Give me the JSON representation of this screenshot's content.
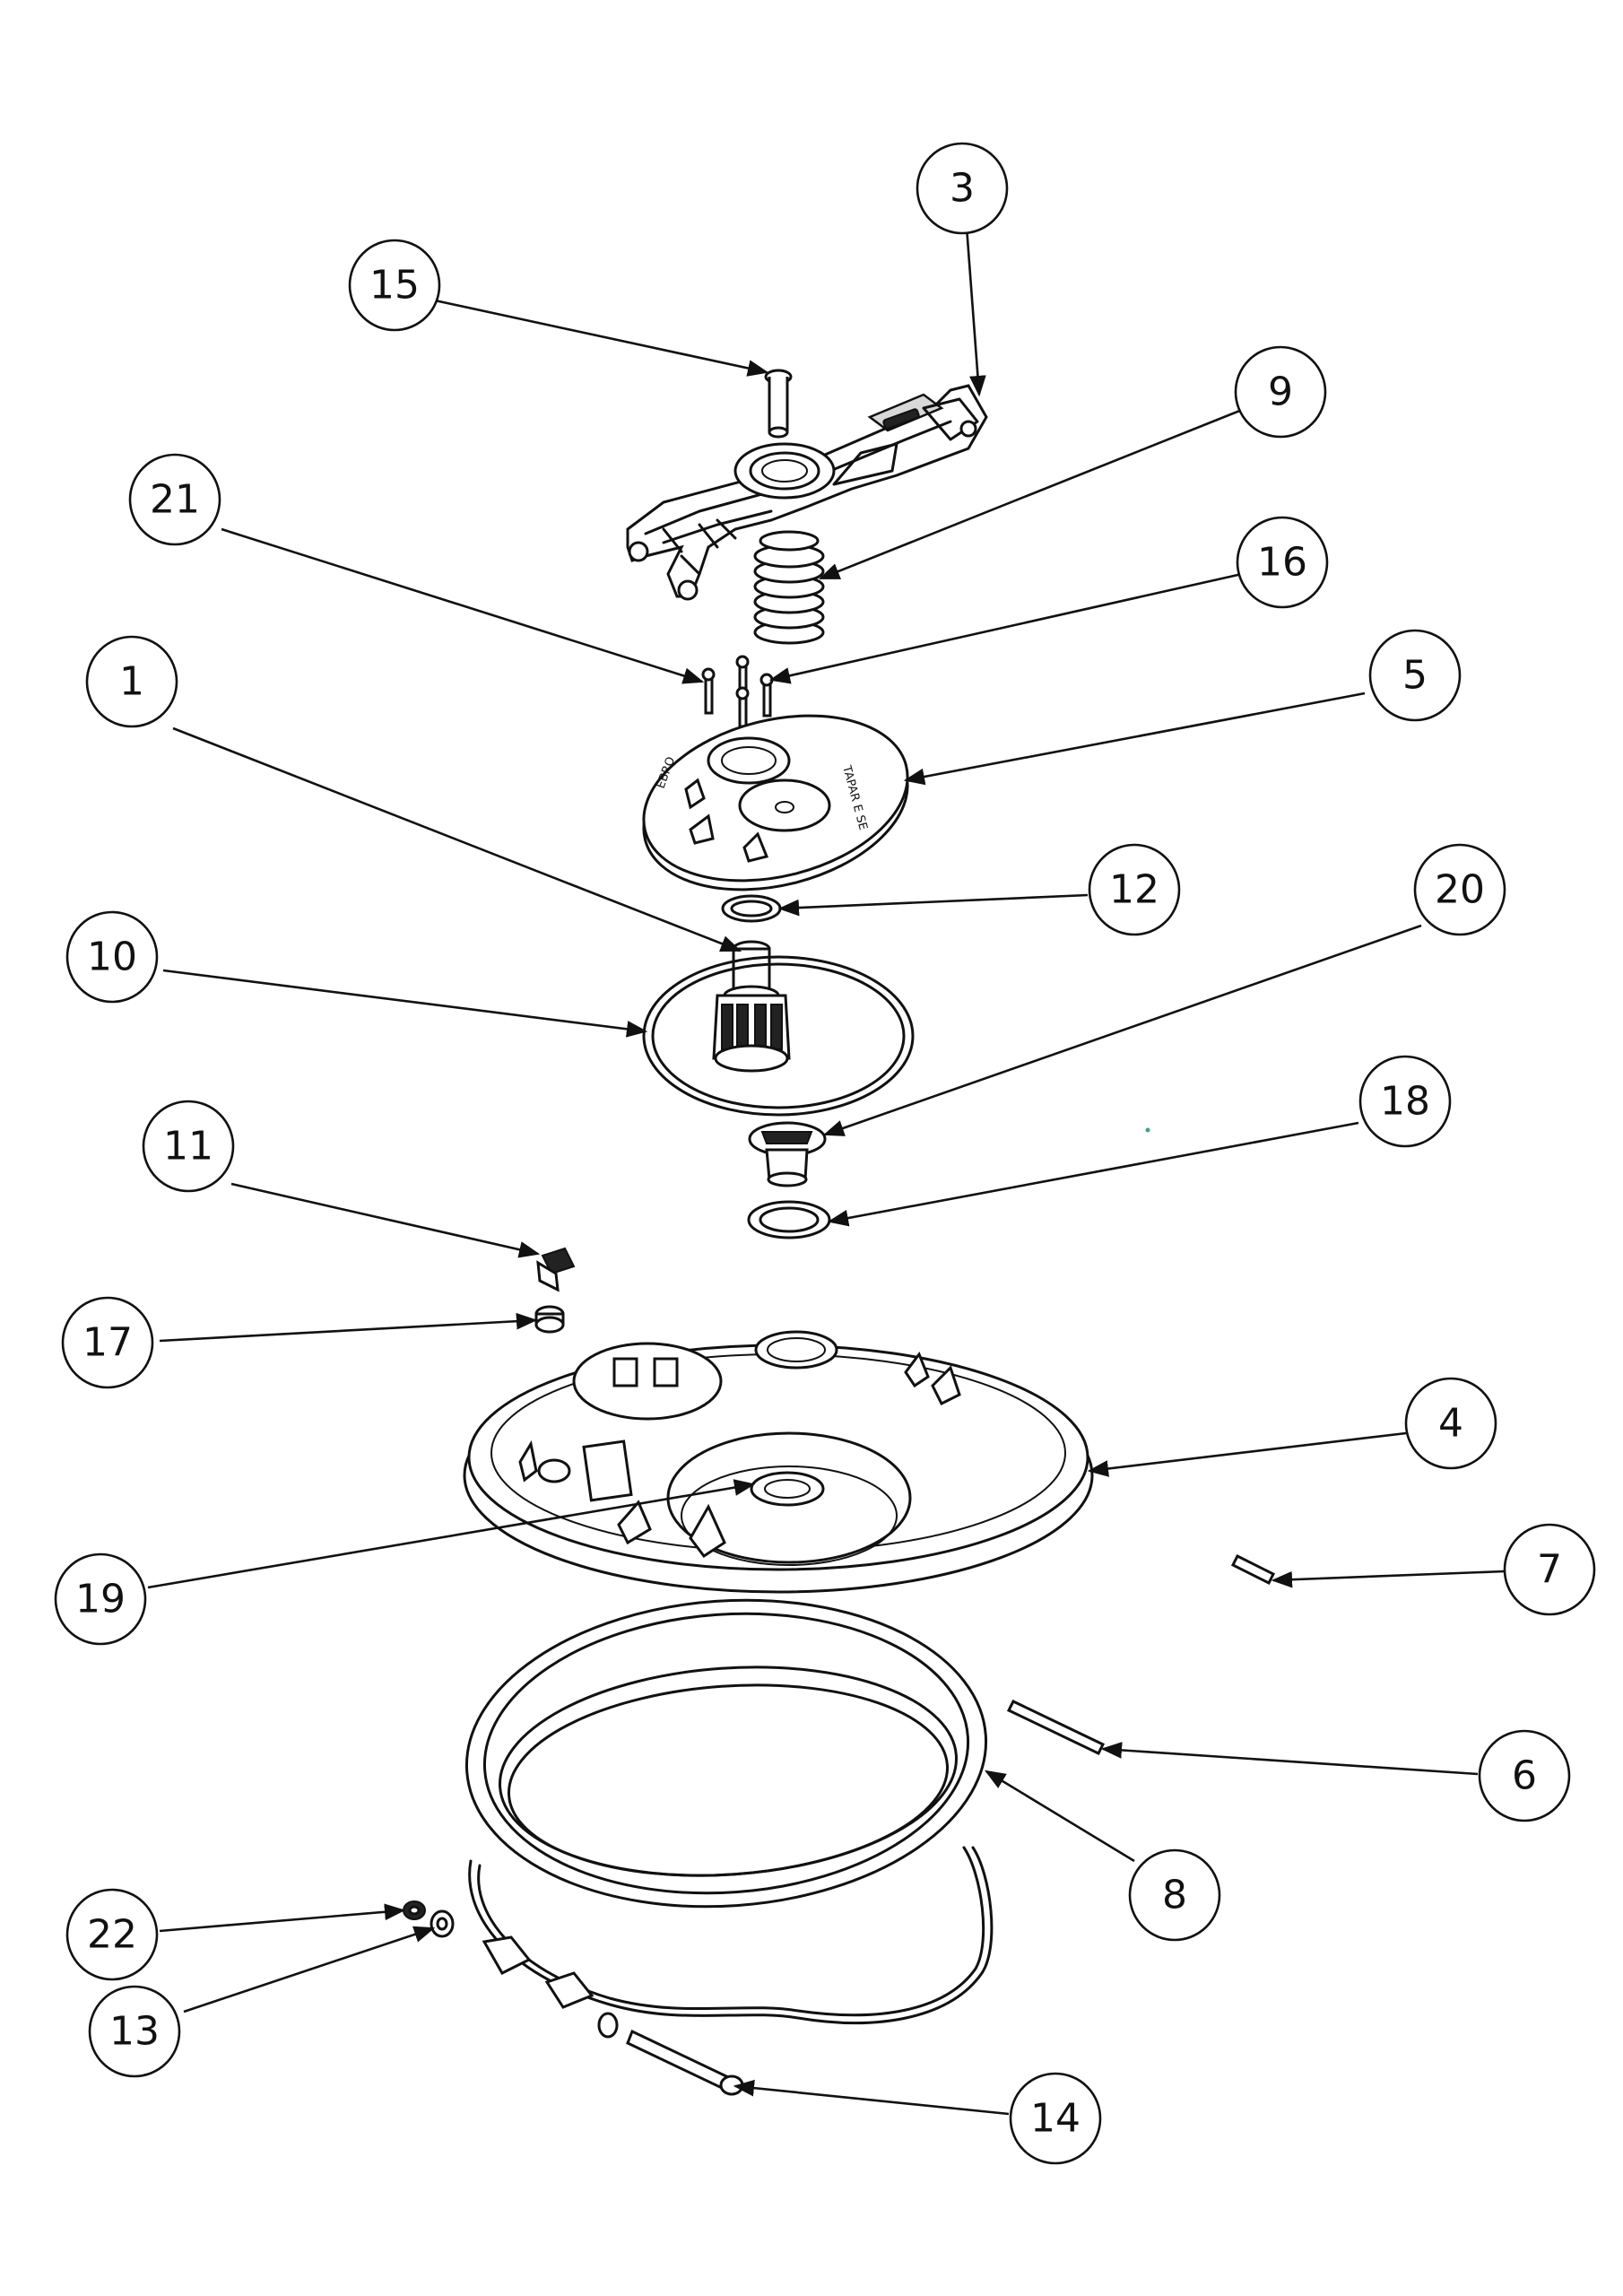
{
  "diagram": {
    "type": "exploded-assembly",
    "callouts": [
      "3",
      "15",
      "9",
      "21",
      "16",
      "1",
      "5",
      "12",
      "20",
      "10",
      "18",
      "11",
      "17",
      "4",
      "19",
      "7",
      "6",
      "8",
      "22",
      "13",
      "14"
    ],
    "labels": {
      "part_3": "3",
      "part_15": "15",
      "part_9": "9",
      "part_21": "21",
      "part_16": "16",
      "part_1": "1",
      "part_5": "5",
      "part_12": "12",
      "part_20": "20",
      "part_10": "10",
      "part_18": "18",
      "part_11": "11",
      "part_17": "17",
      "part_4": "4",
      "part_19": "19",
      "part_7": "7",
      "part_6": "6",
      "part_8": "8",
      "part_22": "22",
      "part_13": "13",
      "part_14": "14"
    },
    "line_color": "#111111",
    "background": "#ffffff"
  }
}
